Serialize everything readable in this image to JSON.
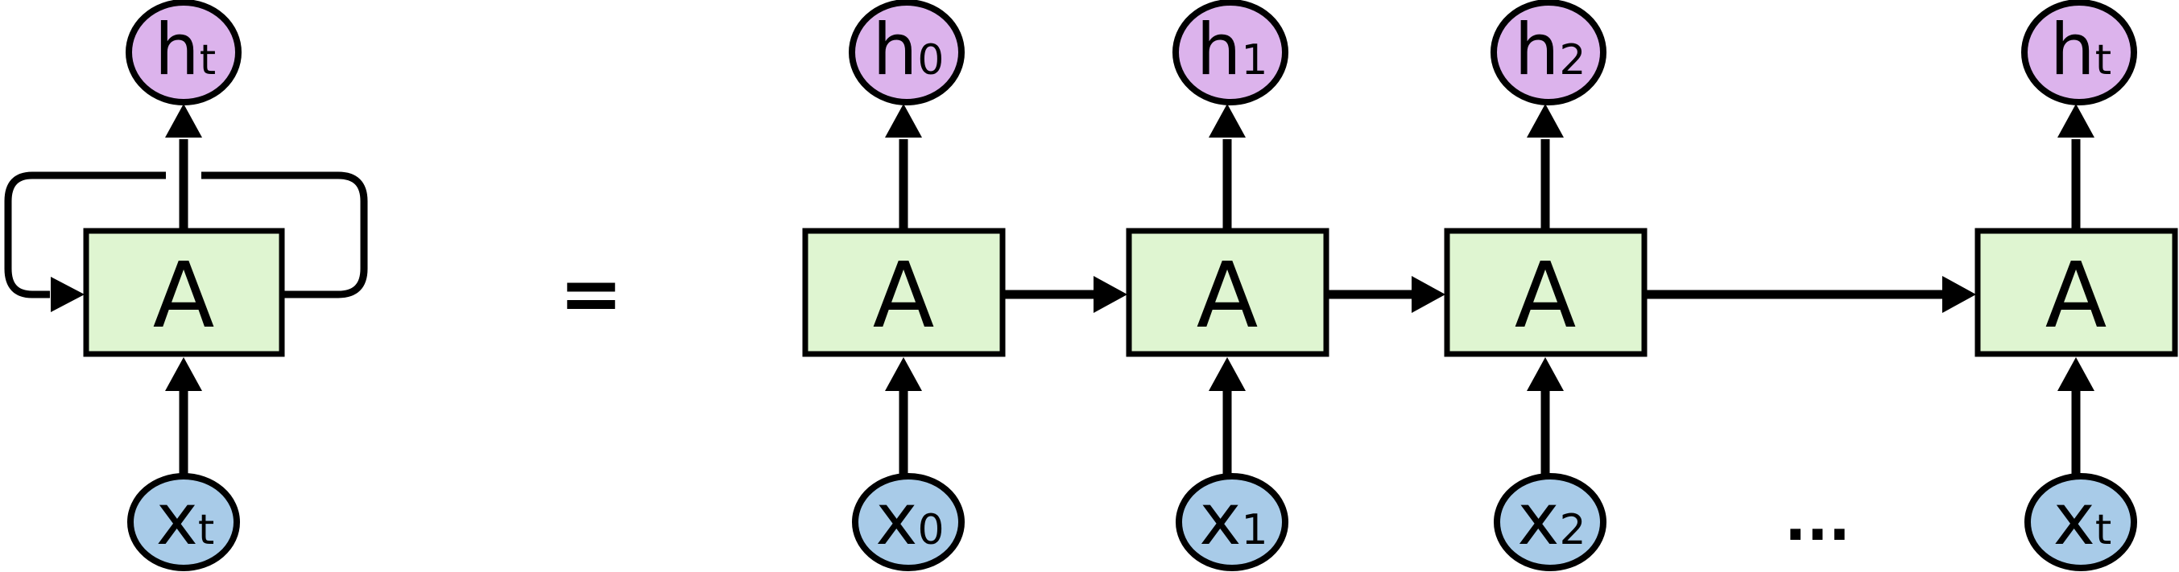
{
  "diagram": {
    "equals": "=",
    "ellipsis": "...",
    "colors": {
      "hidden_fill": "#dcb3ec",
      "cell_fill": "#dff5d1",
      "input_fill": "#a8cbe8",
      "line": "#000000",
      "background": "#ffffff"
    },
    "rolled": {
      "hidden": "h",
      "hidden_sub": "t",
      "cell": "A",
      "input": "x",
      "input_sub": "t"
    },
    "unrolled": [
      {
        "hidden": "h",
        "hidden_sub": "0",
        "cell": "A",
        "input": "x",
        "input_sub": "0"
      },
      {
        "hidden": "h",
        "hidden_sub": "1",
        "cell": "A",
        "input": "x",
        "input_sub": "1"
      },
      {
        "hidden": "h",
        "hidden_sub": "2",
        "cell": "A",
        "input": "x",
        "input_sub": "2"
      },
      {
        "hidden": "h",
        "hidden_sub": "t",
        "cell": "A",
        "input": "x",
        "input_sub": "t"
      }
    ]
  }
}
